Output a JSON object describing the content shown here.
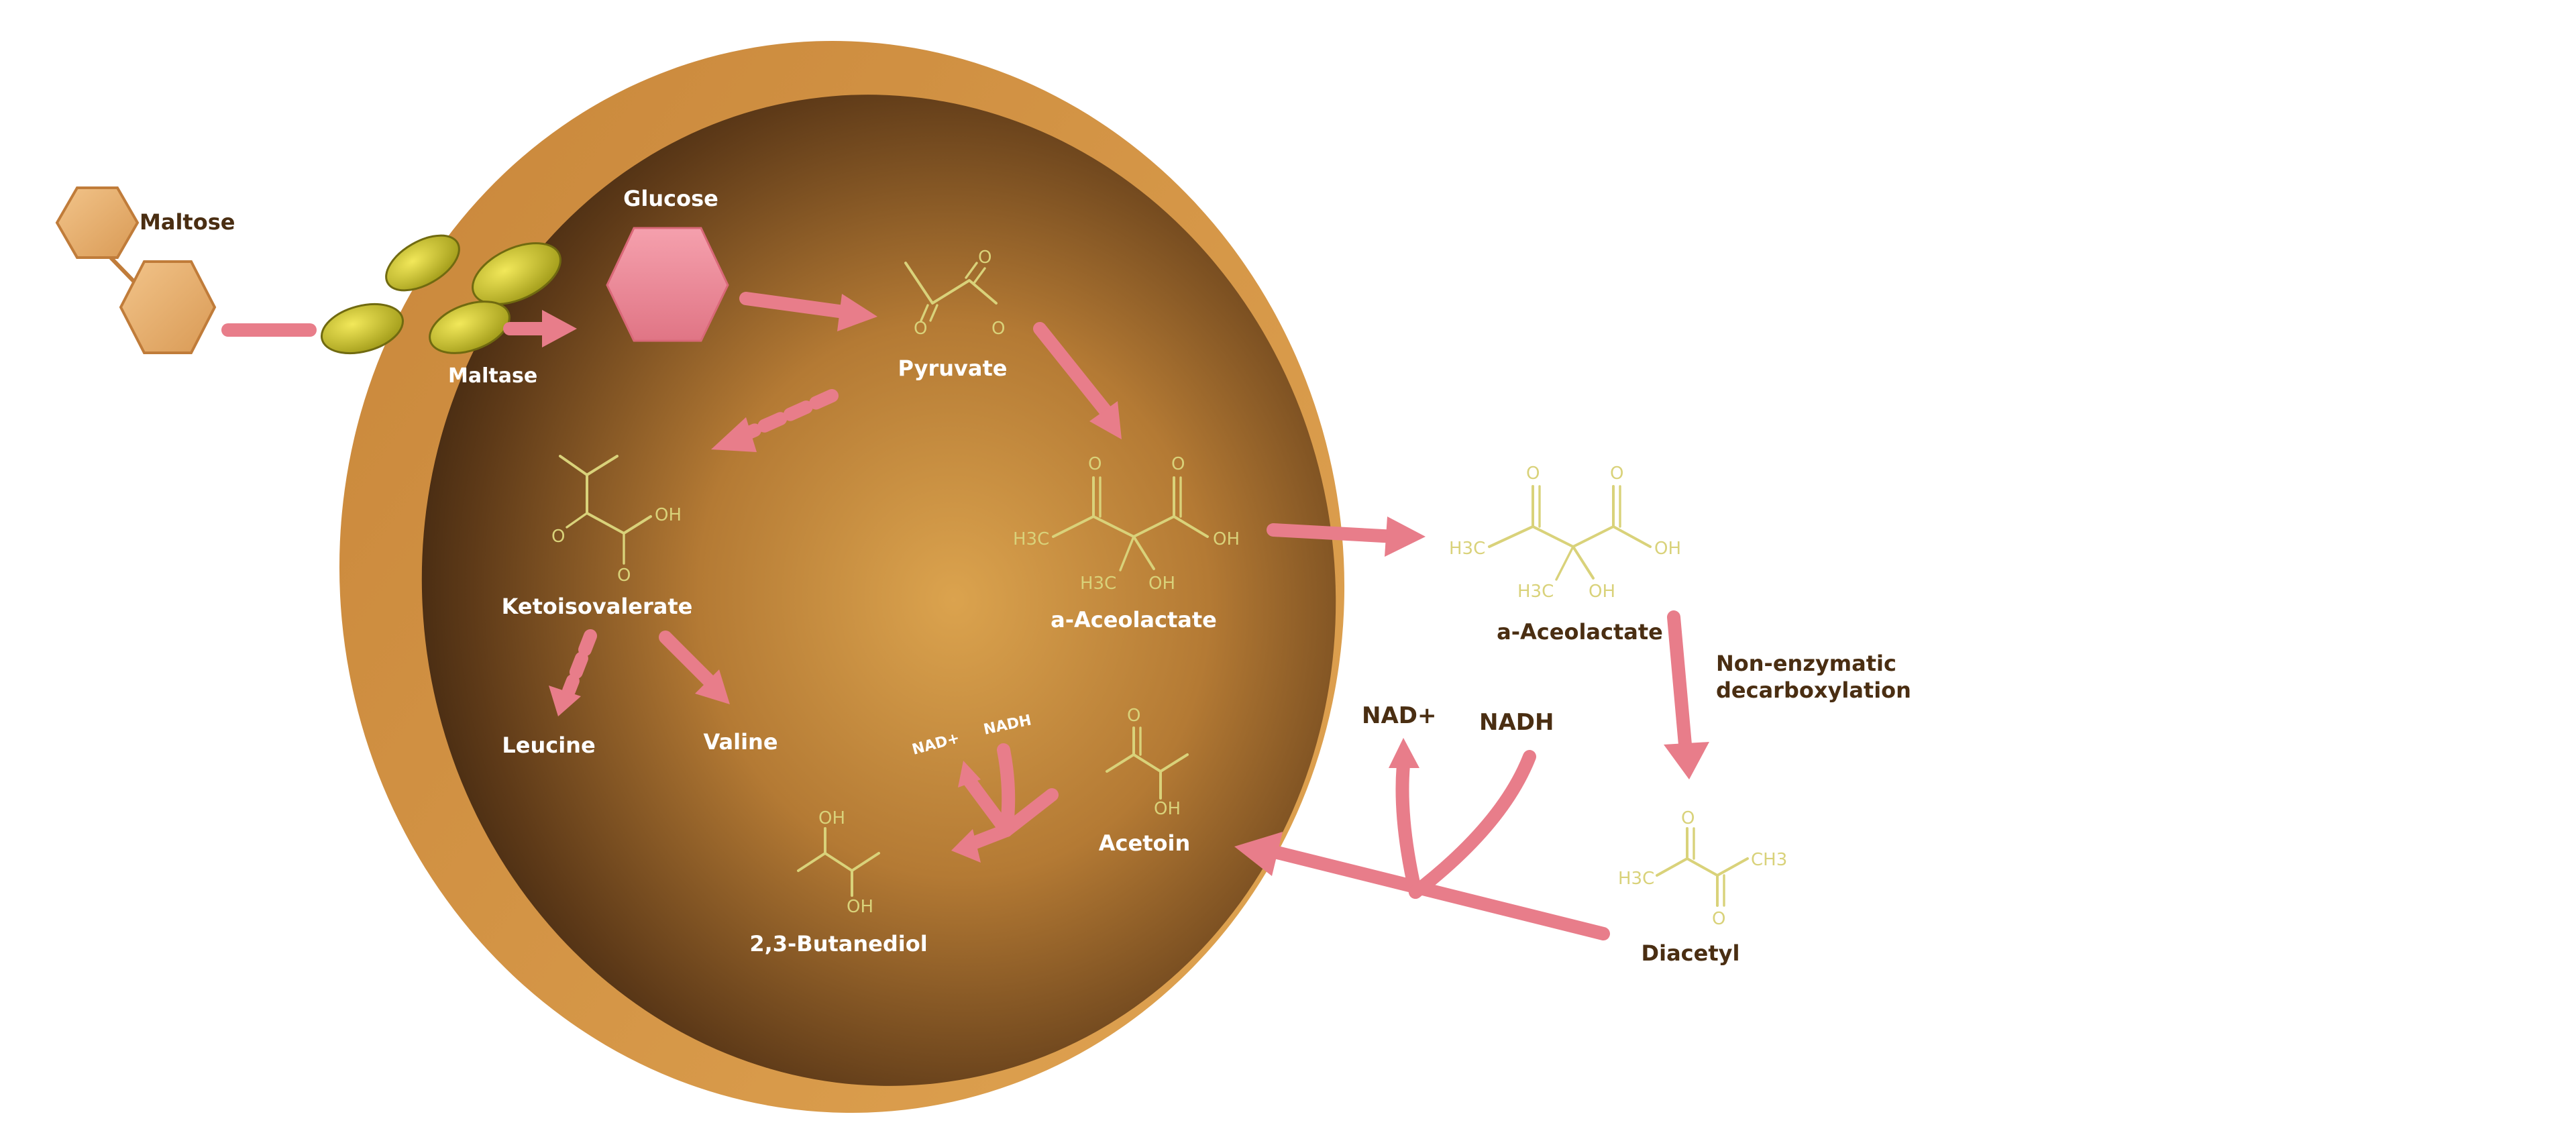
{
  "colors": {
    "cell_outer": "#d99a48",
    "cell_inner_center": "#d49a48",
    "cell_inner_edge": "#4a2c14",
    "arrow": "#e87d8a",
    "molecule": "#d9d27a",
    "label_outside": "#4a2e12",
    "label_inside": "#ffffff"
  },
  "labels": {
    "maltose": "Maltose",
    "maltase": "Maltase",
    "glucose": "Glucose",
    "pyruvate": "Pyruvate",
    "aceolactate_in": "a-Aceolactate",
    "ketoisovalerate": "Ketoisovalerate",
    "leucine": "Leucine",
    "valine": "Valine",
    "acetoin": "Acetoin",
    "butanediol": "2,3-Butanediol",
    "nad_in": "NAD+",
    "nadh_in": "NADH",
    "aceolactate_out": "a-Aceolactate",
    "non_enzymatic_1": "Non-enzymatic",
    "non_enzymatic_2": "decarboxylation",
    "nad_out": "NAD+",
    "nadh_out": "NADH",
    "diacetyl": "Diacetyl"
  },
  "atoms": {
    "o": "O",
    "oh": "OH",
    "h3c": "H3C",
    "ch3": "CH3"
  },
  "icons": {
    "maltose": "double-hexagon-icon",
    "maltase": "yellow-enzyme-icon",
    "glucose": "pink-hexagon-icon",
    "cell": "yeast-cell"
  }
}
